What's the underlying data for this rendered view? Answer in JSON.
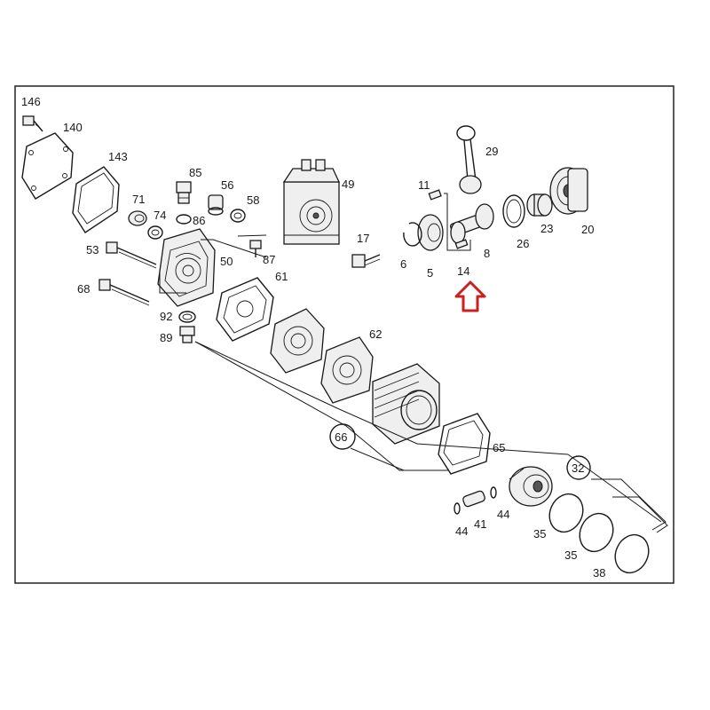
{
  "diagram": {
    "labels": {
      "l146": "146",
      "l140": "140",
      "l143": "143",
      "l71": "71",
      "l74": "74",
      "l85": "85",
      "l86": "86",
      "l56": "56",
      "l58": "58",
      "l49": "49",
      "l11": "11",
      "l29": "29",
      "l53": "53",
      "l50": "50",
      "l87": "87",
      "l17": "17",
      "l6": "6",
      "l5": "5",
      "l14": "14",
      "l8": "8",
      "l26": "26",
      "l23": "23",
      "l20": "20",
      "l68": "68",
      "l61": "61",
      "l92": "92",
      "l89": "89",
      "l62": "62",
      "l66": "66",
      "l65": "65",
      "l32": "32",
      "l44a": "44",
      "l41": "41",
      "l44b": "44",
      "l35a": "35",
      "l35b": "35",
      "l38": "38"
    },
    "highlight_color": "#cc1f1f"
  }
}
